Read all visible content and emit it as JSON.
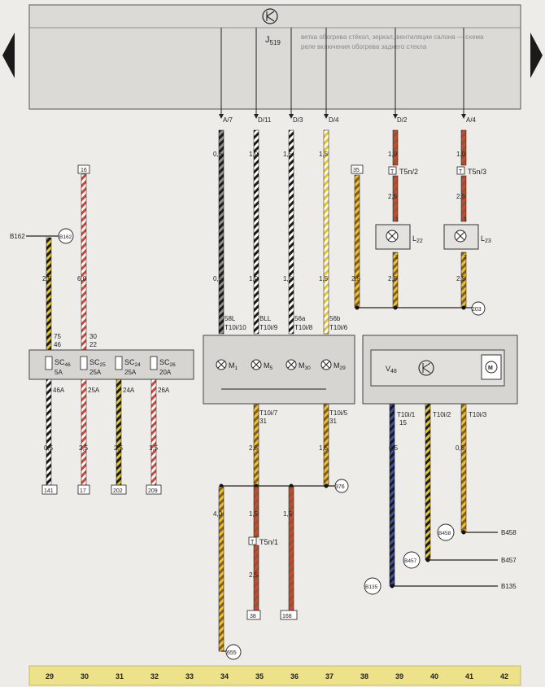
{
  "header": {
    "unit_name": "J",
    "unit_sub": "519",
    "note_line1": "ветка обогрева стёкол, зеркал, вентиляции салона — схема",
    "note_line2": "реле включения обогрева заднего стекла"
  },
  "top_pins": [
    "A/7",
    "D/11",
    "D/3",
    "D/4",
    "D/2",
    "A/4"
  ],
  "wires": {
    "w_b162": {
      "top": "2,5",
      "bot": "0,5",
      "gauge_mid": "",
      "pin_a": "75",
      "pin_b": "46"
    },
    "w_16": {
      "top": "6,0",
      "pin_a": "30",
      "pin_b": "22",
      "bot": "2,5"
    },
    "sizes": [
      "0,5",
      "1,0",
      "1,5",
      "1,5",
      "1,0",
      "1,0",
      "2,5",
      "2,5",
      "0,5",
      "1,0",
      "1,5",
      "1,5",
      "2,5",
      "2,5",
      "2,5"
    ]
  },
  "sizes2": {
    "a": "2,5",
    "b": "1,5",
    "c": "4,0",
    "d": "1,5",
    "e": "1,5",
    "f": "2,5",
    "g": "0,5",
    "h": "0,5"
  },
  "boxes": {
    "b16": "16",
    "b35": "35",
    "b141": "141",
    "b17": "17",
    "b202": "202",
    "b209": "209",
    "b38": "38",
    "b168": "168"
  },
  "fuses": [
    {
      "name": "SC",
      "sub": "46",
      "amp": "5A",
      "wire": "46A"
    },
    {
      "name": "SC",
      "sub": "25",
      "amp": "25A",
      "wire": "25A"
    },
    {
      "name": "SC",
      "sub": "24",
      "amp": "25A",
      "wire": "24A"
    },
    {
      "name": "SC",
      "sub": "26",
      "amp": "20A",
      "wire": "26A"
    }
  ],
  "connectors": {
    "t5n2": "T5n/2",
    "t5n3": "T5n/3",
    "t5n1": "T5n/1"
  },
  "lamps": {
    "l22": {
      "name": "L",
      "sub": "22"
    },
    "l23": {
      "name": "L",
      "sub": "23"
    }
  },
  "motor_unit": {
    "pins": [
      {
        "sig": "58L",
        "pin": "T10i/10"
      },
      {
        "sig": "BLL",
        "pin": "T10i/9"
      },
      {
        "sig": "56a",
        "pin": "T10i/8"
      },
      {
        "sig": "56b",
        "pin": "T10i/6"
      }
    ],
    "motors": [
      {
        "name": "M",
        "sub": "1"
      },
      {
        "name": "M",
        "sub": "5"
      },
      {
        "name": "M",
        "sub": "30"
      },
      {
        "name": "M",
        "sub": "29"
      }
    ],
    "out_pins": [
      {
        "pin": "T10i/7",
        "sig": "31"
      },
      {
        "pin": "T10i/5",
        "sig": "31"
      }
    ]
  },
  "v48": {
    "name": "V",
    "sub": "48",
    "motor_label": "M",
    "pins": [
      {
        "pin": "T10i/1",
        "sig": "15"
      },
      {
        "pin": "T10i/2",
        "sig": ""
      },
      {
        "pin": "T10i/3",
        "sig": ""
      }
    ]
  },
  "ground_points": {
    "g203": "203",
    "g376": "376",
    "g655": "655"
  },
  "conn_points": {
    "b162": {
      "label": "B162",
      "circle": "B162"
    },
    "b458": {
      "label": "B458",
      "circle": "B458"
    },
    "b457": {
      "label": "B457",
      "circle": "B457"
    },
    "b135": {
      "label": "B135",
      "circle": "B135"
    }
  },
  "columns": [
    "29",
    "30",
    "31",
    "32",
    "33",
    "34",
    "35",
    "36",
    "37",
    "38",
    "39",
    "40",
    "41",
    "42"
  ],
  "colors": {
    "background": "#eeece8",
    "header_fill": "#dcdad7",
    "footer_fill": "#ede28a",
    "unit_fill": "#d7d5d2",
    "black": "#1a1a1a",
    "yellow": "#e6c62a",
    "red": "#d1453b",
    "brown": "#8a5a2c",
    "grey": "#8f8f8f",
    "white": "#ffffff",
    "blue": "#3a4fa0"
  }
}
